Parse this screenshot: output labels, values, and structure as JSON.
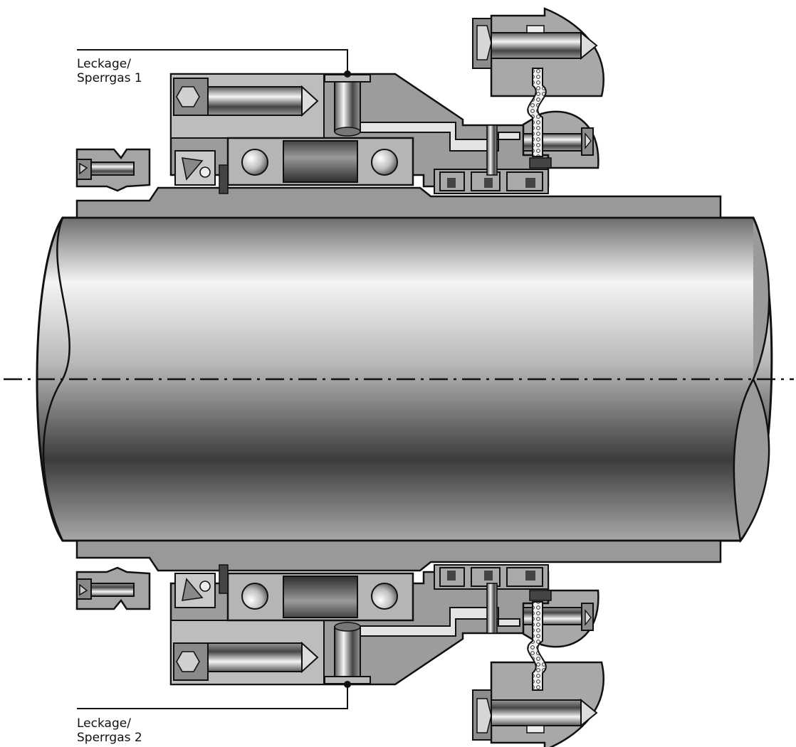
{
  "labels": {
    "top": {
      "line1": "Leckage/",
      "line2": "Sperrgas 1"
    },
    "bottom": {
      "line1": "Leckage/",
      "line2": "Sperrgas 2"
    }
  },
  "colors": {
    "outline": "#111111",
    "housing": "#9b9b9b",
    "housing_light": "#c2c2c2",
    "shaft_dark": "#3a3a3a",
    "shaft_light": "#f2f2f2",
    "gasket": "#e6e6e6"
  }
}
